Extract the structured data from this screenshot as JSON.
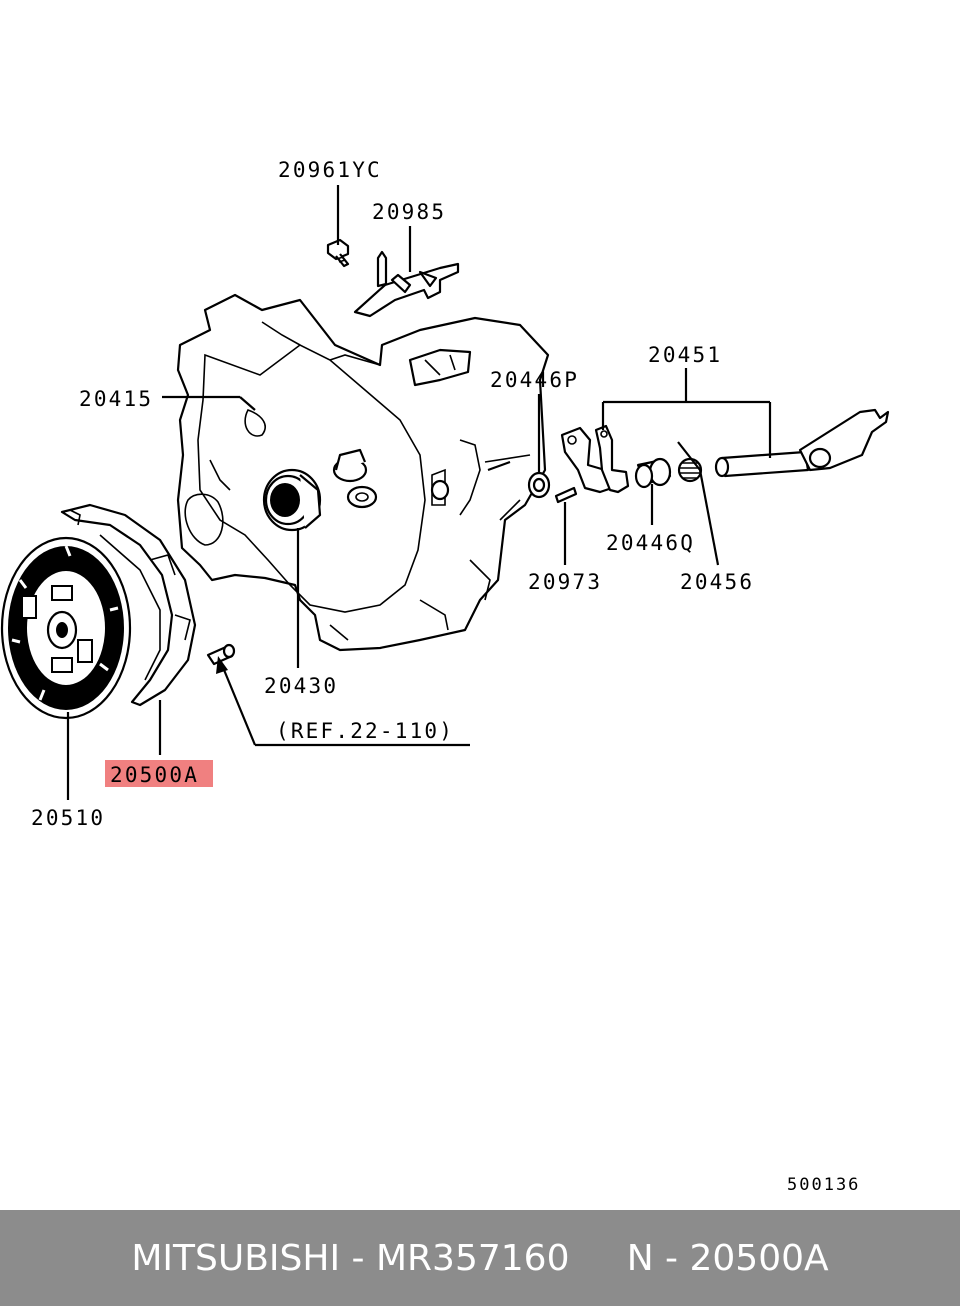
{
  "labels": {
    "p20961yc": "20961YC",
    "p20985": "20985",
    "p20451": "20451",
    "p20446p": "20446P",
    "p20415": "20415",
    "p20446q": "20446Q",
    "p20973": "20973",
    "p20456": "20456",
    "p20430": "20430",
    "ref": "(REF.22-110)",
    "p20500a": "20500A",
    "p20510": "20510",
    "diagram_code": "500136"
  },
  "highlight_color": "#f08080",
  "footer": {
    "brand": "MITSUBISHI",
    "part_number": "MR357160",
    "callout": "N - 20500A"
  }
}
